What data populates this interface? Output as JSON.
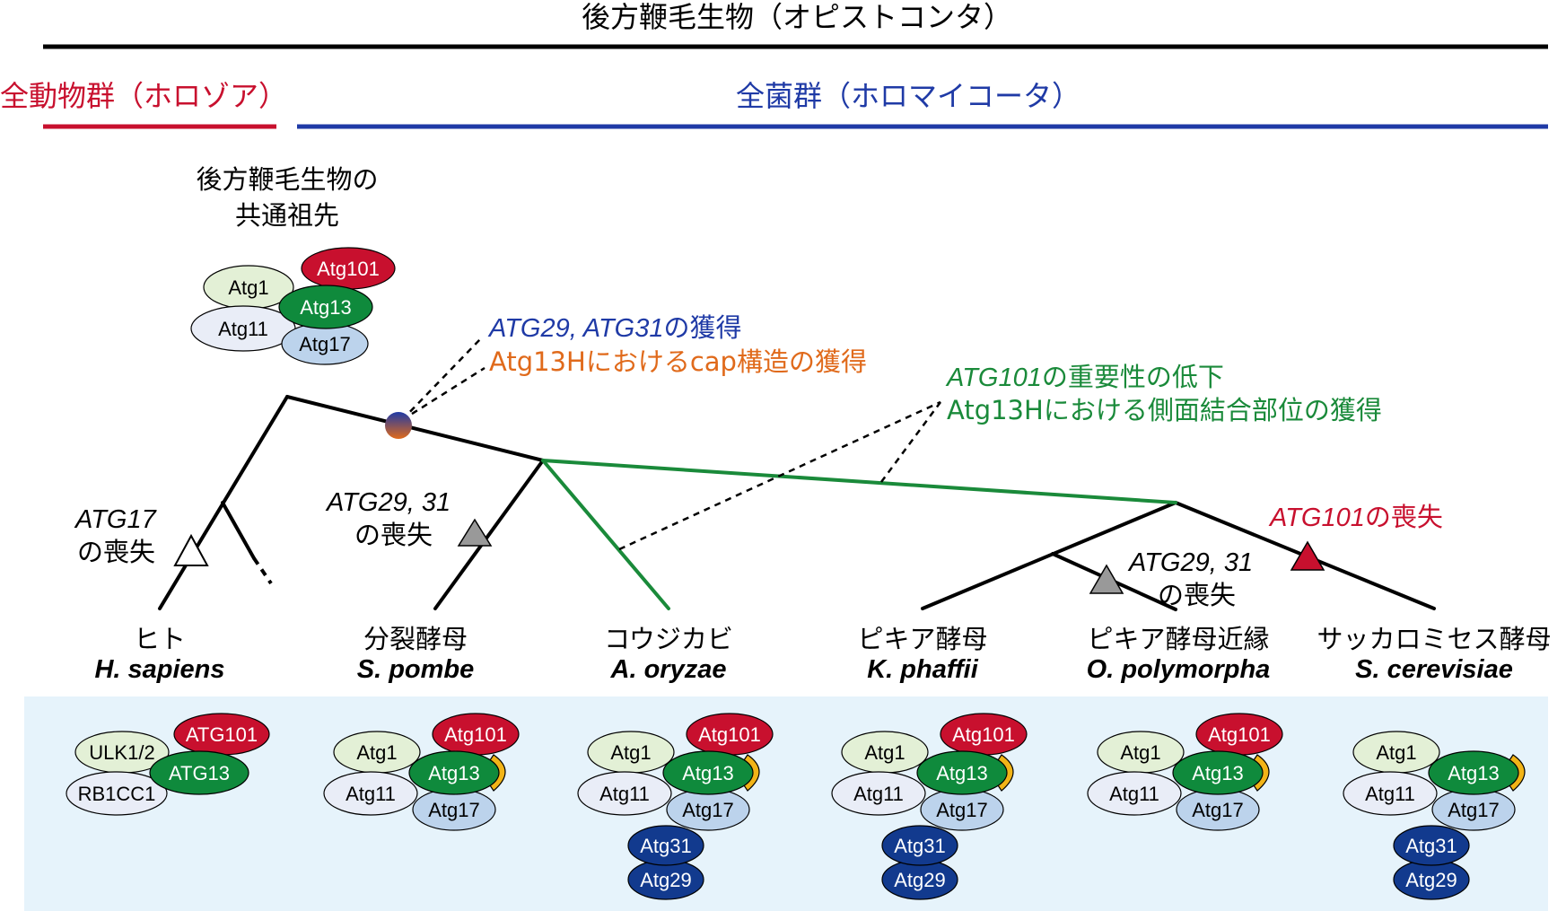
{
  "header": {
    "title": "後方鞭毛生物（オピストコンタ）",
    "holozoa": "全動物群（ホロゾア）",
    "holomycota": "全菌群（ホロマイコータ）"
  },
  "ancestor": {
    "line1": "後方鞭毛生物の",
    "line2": "共通祖先"
  },
  "events": {
    "gain_atg29_31_italic": "ATG29, ATG31",
    "gain_atg29_31_suffix": "の獲得",
    "cap_gain": "Atg13Hにおけるcap構造の獲得",
    "atg101_reduce_italic": "ATG101",
    "atg101_reduce_suffix": "の重要性の低下",
    "side_site_gain": "Atg13Hにおける側面結合部位の獲得",
    "atg17_loss_italic": "ATG17",
    "atg17_loss_suffix": "の喪失",
    "spombe_loss_italic": "ATG29, 31",
    "spombe_loss_suffix": "の喪失",
    "opoly_loss_italic": "ATG29, 31",
    "opoly_loss_suffix": "の喪失",
    "atg101_loss_italic": "ATG101",
    "atg101_loss_suffix": "の喪失"
  },
  "species": [
    {
      "jp": "ヒト",
      "latin": "H. sapiens"
    },
    {
      "jp": "分裂酵母",
      "latin": "S. pombe"
    },
    {
      "jp": "コウジカビ",
      "latin": "A. oryzae"
    },
    {
      "jp": "ピキア酵母",
      "latin": "K. phaffii"
    },
    {
      "jp": "ピキア酵母近縁",
      "latin": "O. polymorpha"
    },
    {
      "jp": "サッカロミセス酵母",
      "latin": "S. cerevisiae"
    }
  ],
  "proteins": {
    "atg1": "Atg1",
    "atg11": "Atg11",
    "atg13": "Atg13",
    "atg17": "Atg17",
    "atg101": "Atg101",
    "atg29": "Atg29",
    "atg31": "Atg31",
    "ulk": "ULK1/2",
    "rb1cc1": "RB1CC1",
    "ATG13": "ATG13",
    "ATG101": "ATG101"
  },
  "colors": {
    "red": "#c8102e",
    "blue": "#1f3aa6",
    "green": "#1a8a3a",
    "orange": "#e06a1b",
    "gray": "#999999",
    "panel": "#e6f3fb",
    "atg1_fill": "#e3f0d6",
    "atg11_fill": "#e9edf7",
    "atg13_fill": "#0f8a3c",
    "atg17_fill": "#bcd3ec",
    "atg101_fill": "#c8102e",
    "atg29_fill": "#123a8e",
    "cap_fill": "#f2b417"
  }
}
